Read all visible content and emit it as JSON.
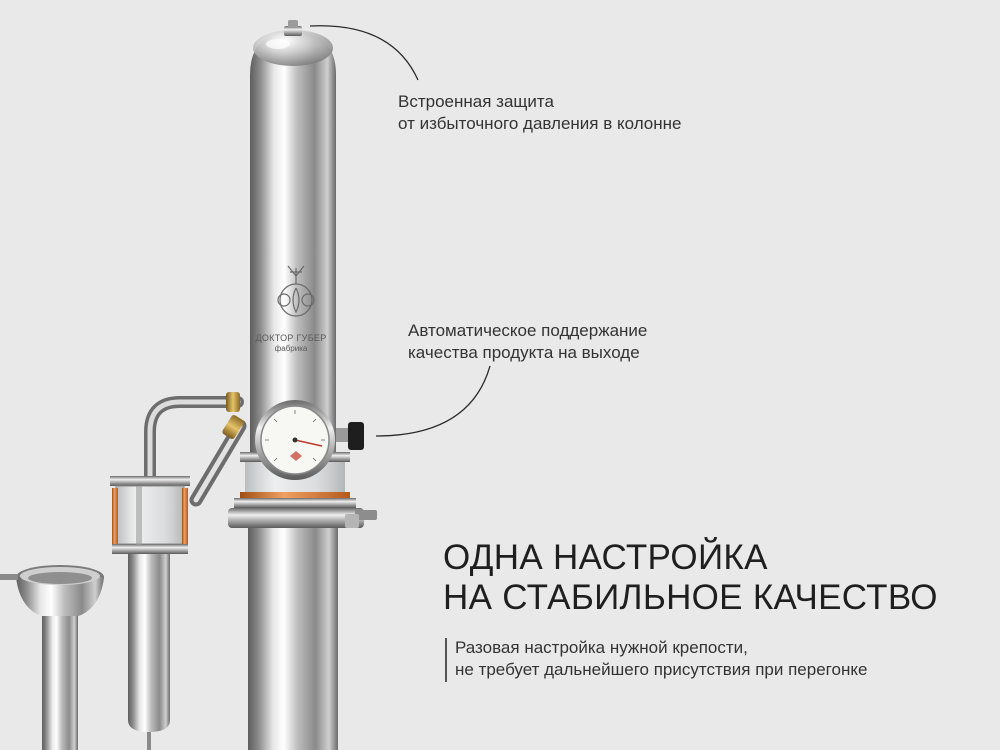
{
  "callouts": {
    "pressure": {
      "line1": "Встроенная защита",
      "line2": "от избыточного давления в колонне"
    },
    "quality": {
      "line1": "Автоматическое поддержание",
      "line2": "качества продукта на выходе"
    }
  },
  "headline": {
    "line1": "ОДНА НАСТРОЙКА",
    "line2": "НА СТАБИЛЬНОЕ КАЧЕСТВО"
  },
  "subtext": {
    "line1": "Разовая настройка нужной крепости,",
    "line2": "не требует дальнейшего присутствия при перегонке"
  },
  "logo": {
    "name": "ДОКТОР ГУБЕР",
    "sub": "фабрика"
  },
  "colors": {
    "background": "#e9e9e9",
    "steel_light": "#f4f4f4",
    "steel_mid": "#a7a7a7",
    "steel_dark": "#5b5b5b",
    "copper": "#d8742f"
  }
}
